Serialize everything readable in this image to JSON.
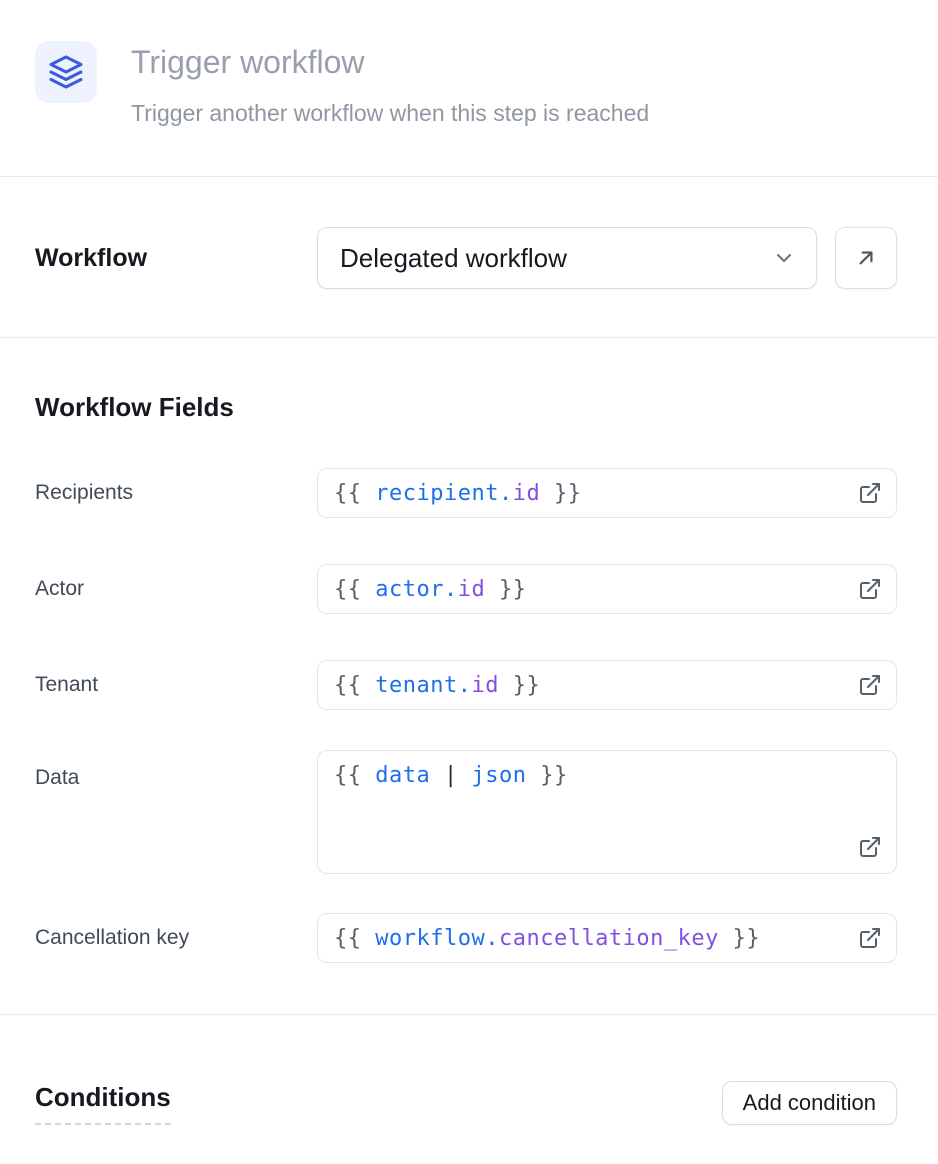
{
  "header": {
    "icon": "layers-icon",
    "title": "Trigger workflow",
    "subtitle": "Trigger another workflow when this step is reached"
  },
  "workflow_row": {
    "label": "Workflow",
    "selected": "Delegated workflow",
    "open_button_icon": "arrow-up-right-icon"
  },
  "fields_section": {
    "heading": "Workflow Fields",
    "fields": [
      {
        "label": "Recipients",
        "multiline": false,
        "value": "{{ recipient.id }}",
        "tokens": [
          {
            "type": "delim",
            "text": "{{ "
          },
          {
            "type": "var",
            "text": "recipient"
          },
          {
            "type": "dot",
            "text": "."
          },
          {
            "type": "prop",
            "text": "id"
          },
          {
            "type": "delim",
            "text": " }}"
          }
        ]
      },
      {
        "label": "Actor",
        "multiline": false,
        "value": "{{ actor.id }}",
        "tokens": [
          {
            "type": "delim",
            "text": "{{ "
          },
          {
            "type": "var",
            "text": "actor"
          },
          {
            "type": "dot",
            "text": "."
          },
          {
            "type": "prop",
            "text": "id"
          },
          {
            "type": "delim",
            "text": " }}"
          }
        ]
      },
      {
        "label": "Tenant",
        "multiline": false,
        "value": "{{ tenant.id }}",
        "tokens": [
          {
            "type": "delim",
            "text": "{{ "
          },
          {
            "type": "var",
            "text": "tenant"
          },
          {
            "type": "dot",
            "text": "."
          },
          {
            "type": "prop",
            "text": "id"
          },
          {
            "type": "delim",
            "text": " }}"
          }
        ]
      },
      {
        "label": "Data",
        "multiline": true,
        "value": "{{ data | json }}",
        "tokens": [
          {
            "type": "delim",
            "text": "{{ "
          },
          {
            "type": "var",
            "text": "data"
          },
          {
            "type": "pipe",
            "text": " | "
          },
          {
            "type": "var",
            "text": "json"
          },
          {
            "type": "delim",
            "text": " }}"
          }
        ]
      },
      {
        "label": "Cancellation key",
        "multiline": false,
        "value": "{{ workflow.cancellation_key }}",
        "tokens": [
          {
            "type": "delim",
            "text": "{{ "
          },
          {
            "type": "var",
            "text": "workflow"
          },
          {
            "type": "dot",
            "text": "."
          },
          {
            "type": "prop",
            "text": "cancellation_key"
          },
          {
            "type": "delim",
            "text": " }}"
          }
        ]
      }
    ],
    "field_action_icon": "external-link-icon"
  },
  "conditions_section": {
    "heading": "Conditions",
    "add_button": "Add condition"
  },
  "colors": {
    "token_blue": "#1f6feb",
    "token_purple": "#8250df",
    "token_gray": "#57606a",
    "step_icon_blue": "#3b5bdb",
    "step_icon_bg": "#eef2ff"
  }
}
